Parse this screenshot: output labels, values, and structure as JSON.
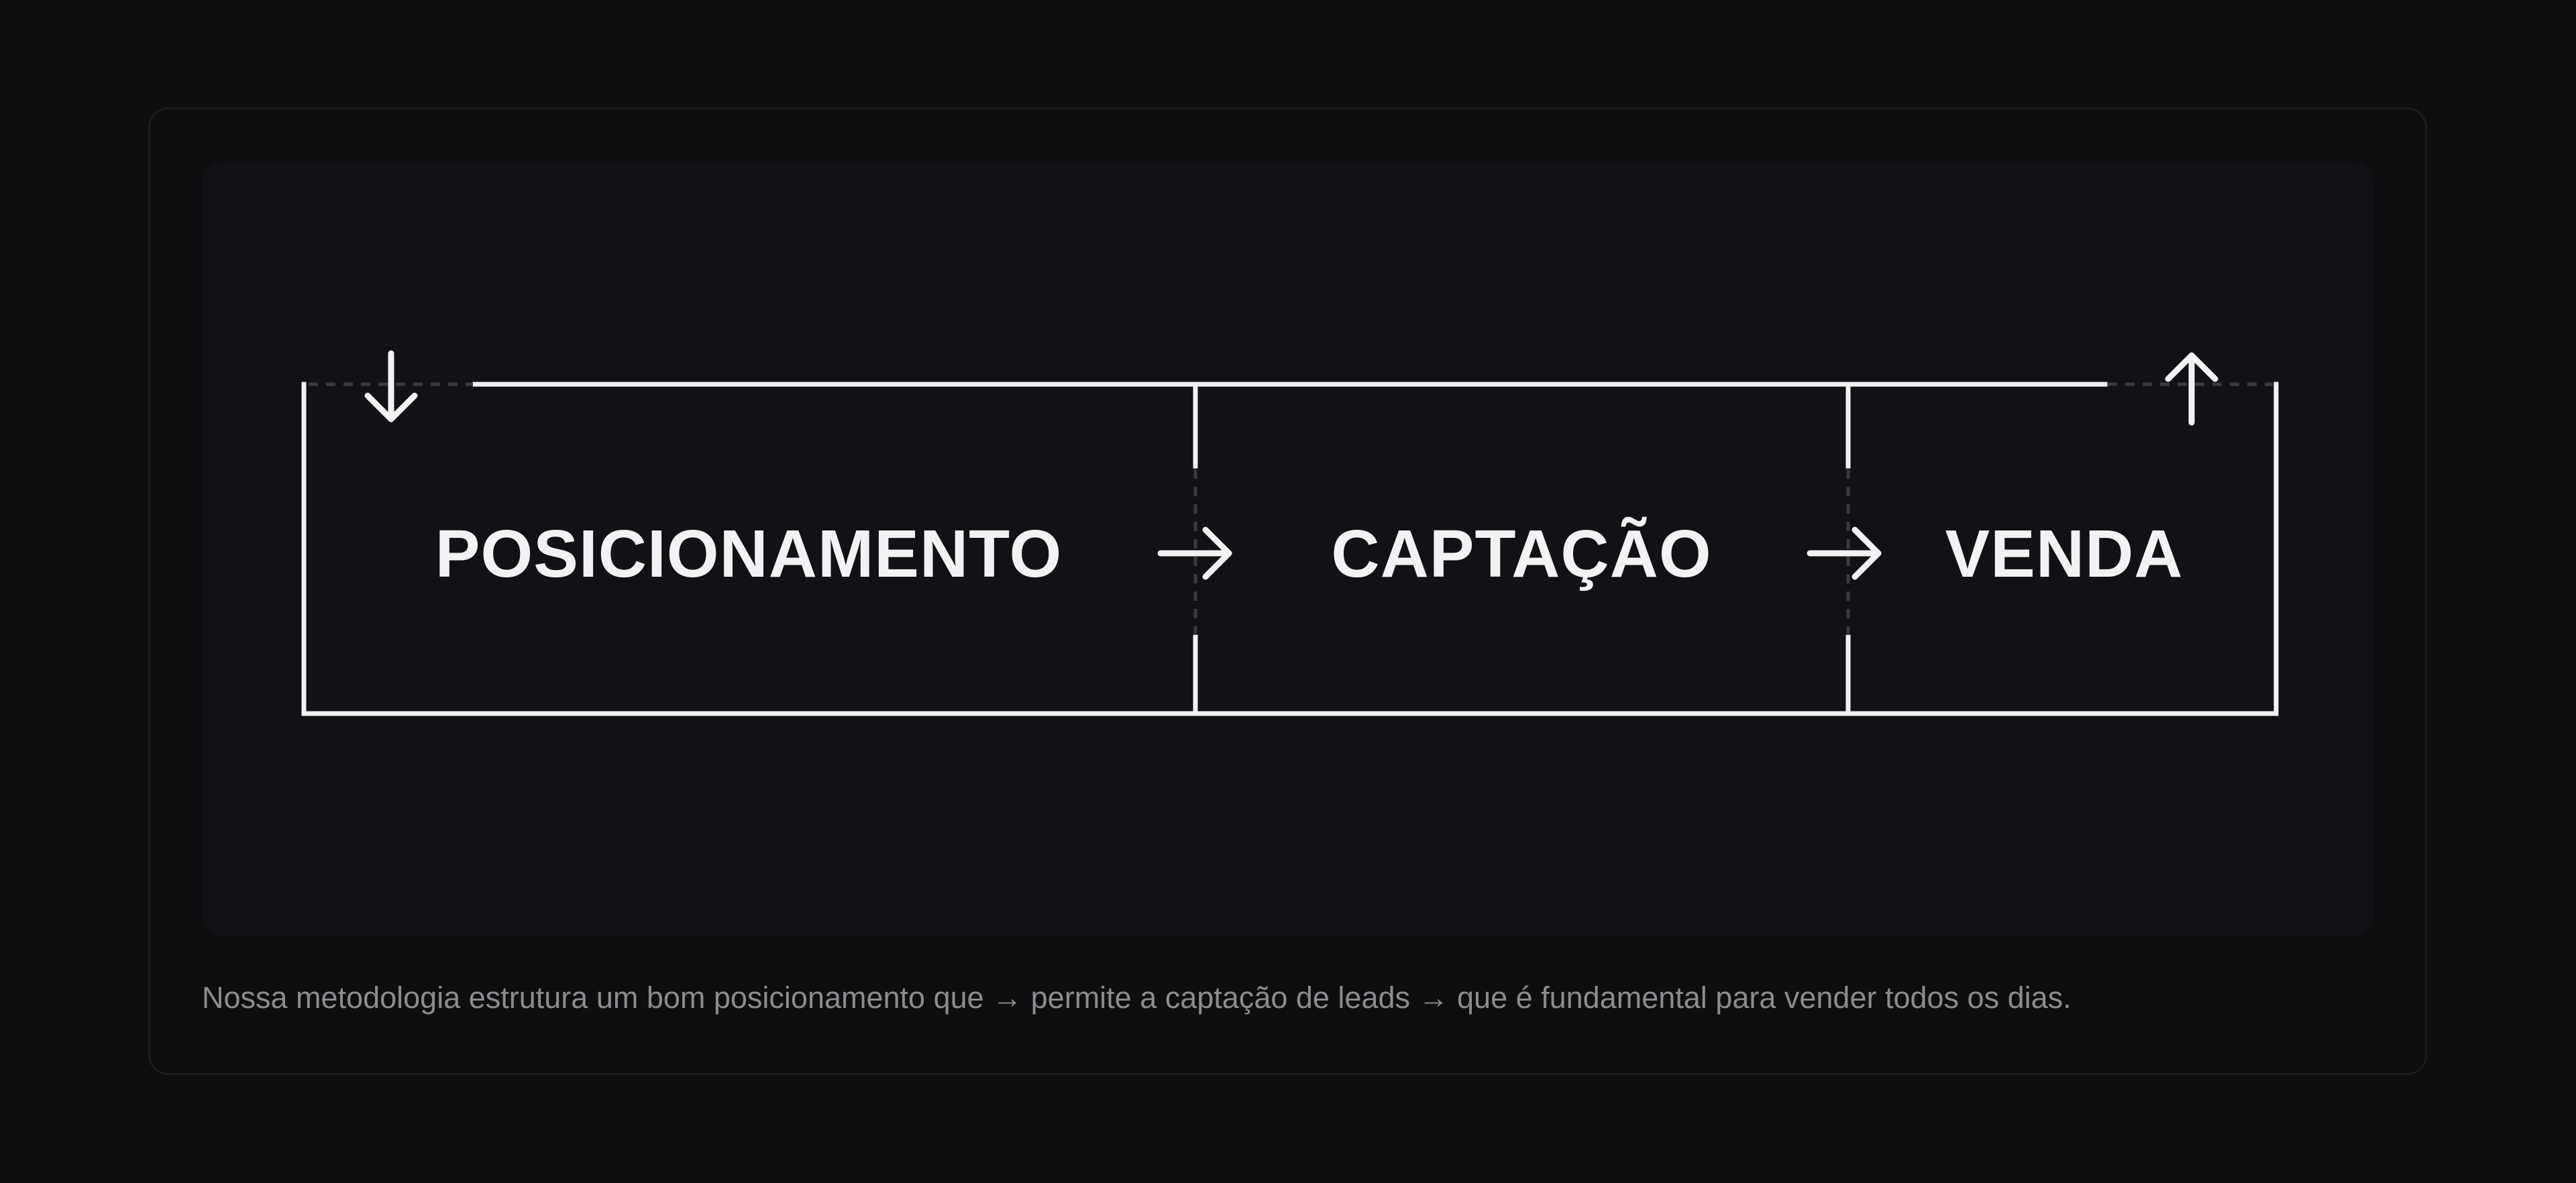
{
  "diagram": {
    "stages": [
      "POSICIONAMENTO",
      "CAPTAÇÃO",
      "VENDA"
    ],
    "entry_icon": "arrow-down-icon",
    "exit_icon": "arrow-up-icon",
    "connector_icon": "arrow-right-icon"
  },
  "caption": "Nossa metodologia estrutura um bom posicionamento que → permite a captação de leads → que é fundamental para vender todos os dias.",
  "colors": {
    "background": "#0e0e0f",
    "panel": "#111215",
    "line": "#f2f2f2",
    "caption": "#8c8c90"
  }
}
